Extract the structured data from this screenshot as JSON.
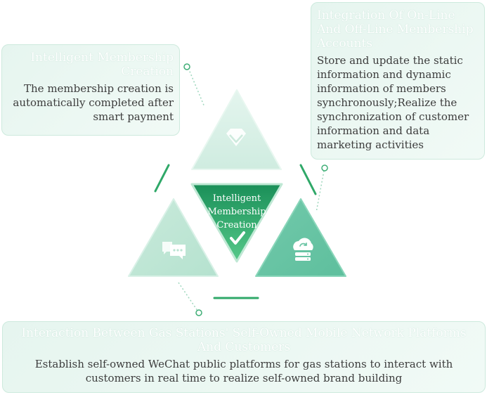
{
  "cards": {
    "top_left": {
      "title": "Intelligent Membership Creation",
      "body": "The membership creation is automatically completed after smart payment"
    },
    "top_right": {
      "title": "Integration Of On-Line And Off-Line Membership Accounts",
      "body": "Store and update the static information and dynamic information of members synchronously;Realize the synchronization of customer information and data marketing activities"
    },
    "bottom": {
      "title": "Interaction Between Gas Stations' Self-Owned Mobile Network Platforms And Customers",
      "body": "Establish self-owned WeChat public platforms for gas stations to interact with customers in real time to realize self-owned brand building"
    }
  },
  "center": {
    "label": "Intelligent Membership Creation",
    "icon": "checkmark-icon"
  },
  "icons": {
    "top": "diamond-icon",
    "left": "chat-bubbles-icon",
    "right": "cloud-sync-server-icon"
  },
  "colors": {
    "accent_dark": "#1e9a60",
    "accent_light": "#c7eadb",
    "triangle_pale": "#d4eee3",
    "triangle_teal": "#7fcfb3",
    "card_border": "#cdeadd"
  }
}
